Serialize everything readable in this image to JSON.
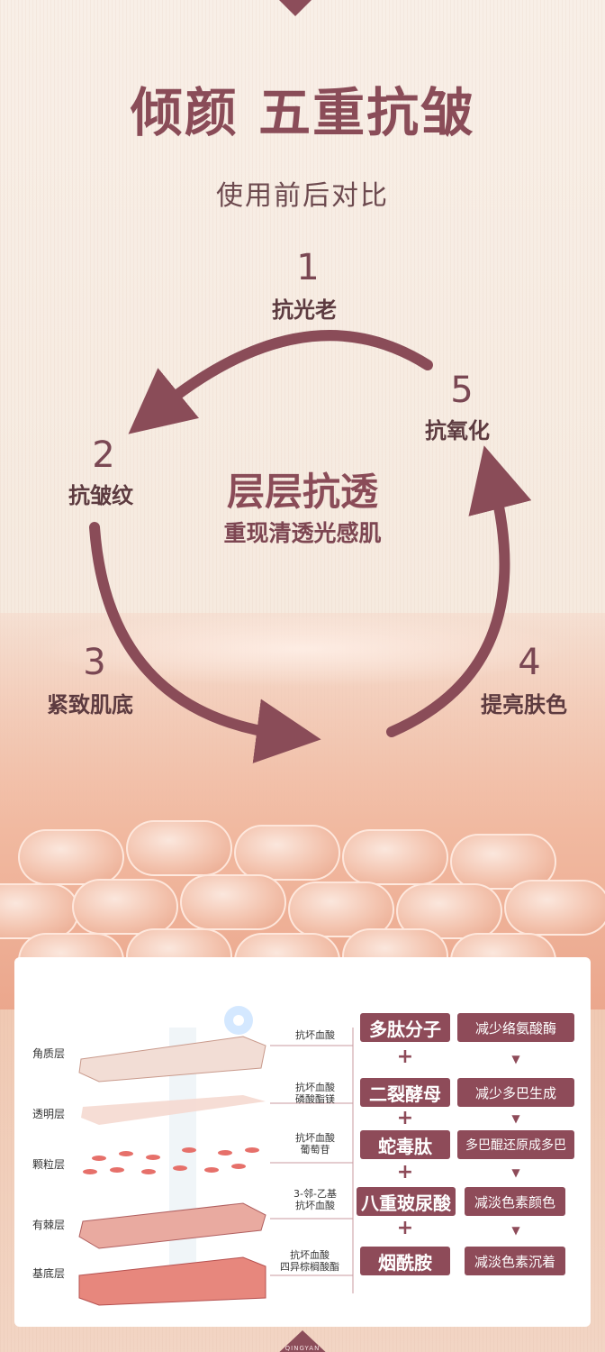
{
  "top_badge": {
    "text": "倾颜"
  },
  "header": {
    "title": "倾颜 五重抗皱",
    "subtitle": "使用前后对比"
  },
  "cycle": {
    "center_title": "层层抗透",
    "center_subtitle": "重现清透光感肌",
    "steps": [
      {
        "num": "1",
        "label": "抗光老"
      },
      {
        "num": "2",
        "label": "抗皱纹"
      },
      {
        "num": "3",
        "label": "紧致肌底"
      },
      {
        "num": "4",
        "label": "提亮肤色"
      },
      {
        "num": "5",
        "label": "抗氧化"
      }
    ],
    "arrow_color": "#8a4c58"
  },
  "layers": [
    {
      "name": "角质层",
      "ingredient": "抗坏血酸"
    },
    {
      "name": "透明层",
      "ingredient": "抗坏血酸\n磷酸酯镁"
    },
    {
      "name": "颗粒层",
      "ingredient": "抗坏血酸\n葡萄苷"
    },
    {
      "name": "有棘层",
      "ingredient": "3-邻-乙基\n抗坏血酸"
    },
    {
      "name": "基底层",
      "ingredient": "抗坏血酸\n四异棕榈酸酯"
    }
  ],
  "actives": [
    {
      "name": "多肽分子",
      "effect": "减少络氨酸酶"
    },
    {
      "name": "二裂酵母",
      "effect": "减少多巴生成"
    },
    {
      "name": "蛇毒肽",
      "effect": "多巴醌还原成多巴"
    },
    {
      "name": "八重玻尿酸",
      "effect": "减淡色素颜色"
    },
    {
      "name": "烟酰胺",
      "effect": "减淡色素沉着"
    }
  ],
  "plus_sign": "+",
  "down_arrow": "▼",
  "bottom_badge": {
    "text": "QINGYAN"
  },
  "colors": {
    "accent": "#8a4c58",
    "box": "#8e4b59"
  }
}
